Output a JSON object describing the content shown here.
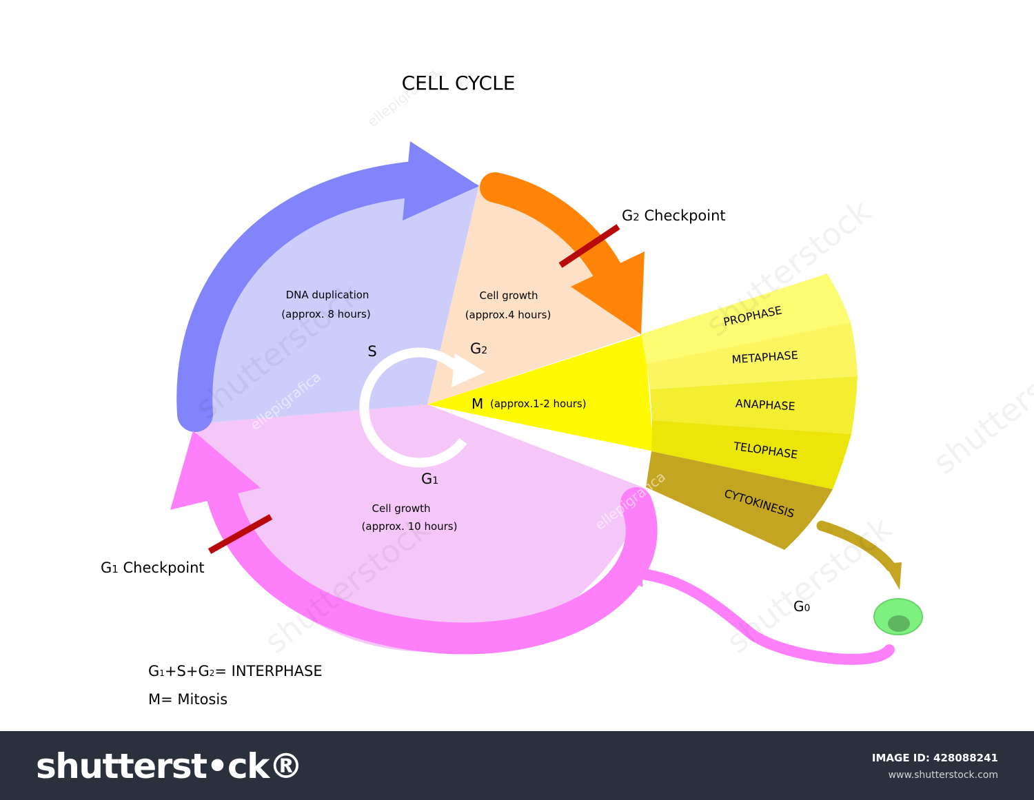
{
  "title": "CELL CYCLE",
  "phases": {
    "s": {
      "letter": "S",
      "desc": "DNA duplication",
      "duration": "(approx. 8 hours)"
    },
    "g2": {
      "letter": "G",
      "sub": "2",
      "desc": "Cell growth",
      "duration": "(approx.4 hours)"
    },
    "m": {
      "letter": "M",
      "duration": "(approx.1-2 hours)"
    },
    "g1": {
      "letter": "G",
      "sub": "1",
      "desc": "Cell growth",
      "duration": "(approx. 10 hours)"
    },
    "g0": {
      "letter": "G",
      "sub": "0"
    }
  },
  "mitosis_stages": [
    "PROPHASE",
    "METAPHASE",
    "ANAPHASE",
    "TELOPHASE",
    "CYTOKINESIS"
  ],
  "checkpoints": {
    "g1": {
      "letter": "G",
      "sub": "1",
      "label": " Checkpoint"
    },
    "g2": {
      "letter": "G",
      "sub": "2",
      "label": " Checkpoint"
    }
  },
  "legend": {
    "interphase": {
      "g": "G",
      "s1": "1",
      "plus_s": "+S+G",
      "s2": "2",
      "rest": "= INTERPHASE"
    },
    "mitosis": "M= Mitosis"
  },
  "watermarks": [
    "shutterstock",
    "ellepigrafica"
  ],
  "footer": {
    "brand": "shutterst•ck®",
    "image_id": "IMAGE ID: 428088241",
    "url": "www.shutterstock.com"
  },
  "colors": {
    "s_sector": "#cccdfb",
    "s_arrow": "#8184fb",
    "g2_sector": "#fde0c6",
    "g2_arrow": "#ff8407",
    "g1_sector": "#f5c6f8",
    "g1_arrow": "#fd80fa",
    "m_sector": "#fffa03",
    "cytokinesis": "#c3a521",
    "checkpoint_bar": "#b80a0a",
    "g0_cell": "#7ef080",
    "g0_nucleus": "#5fb65f",
    "footer_bg": "#2b313c"
  }
}
